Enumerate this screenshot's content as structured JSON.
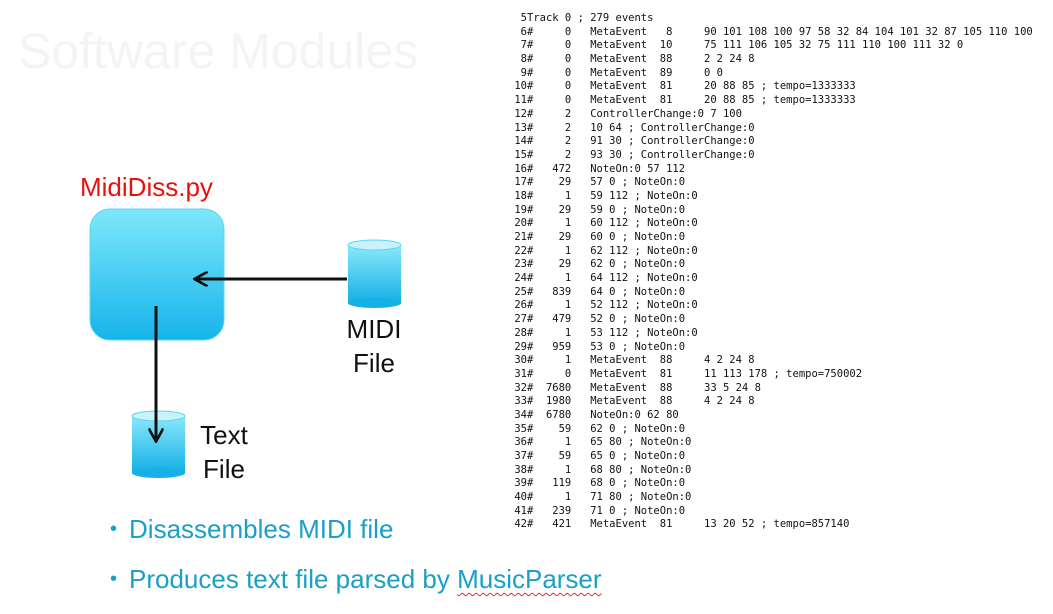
{
  "slide": {
    "faded_title": "Software Modules",
    "program_name": "MidiDiss.py",
    "midi_label_line1": "MIDI",
    "midi_label_line2": "File",
    "text_label_line1": "Text",
    "text_label_line2": "File",
    "bullets": [
      {
        "text": "Disassembles MIDI file"
      },
      {
        "prefix": "Produces text file parsed by ",
        "link": "MusicParser"
      }
    ],
    "colors": {
      "program_name": "#e8120b",
      "bullet_text": "#1aa0c8",
      "module_fill_top": "#7ee8fb",
      "module_fill_bottom": "#16b4ea"
    }
  },
  "code": {
    "lines": [
      {
        "n": "5",
        "text": "Track 0 ; 279 events"
      },
      {
        "n": "6",
        "text": "#     0   MetaEvent   8     90 101 108 100 97 58 32 84 104 101 32 87 105 110 100"
      },
      {
        "n": "7",
        "text": "#     0   MetaEvent  10     75 111 106 105 32 75 111 110 100 111 32 0"
      },
      {
        "n": "8",
        "text": "#     0   MetaEvent  88     2 2 24 8"
      },
      {
        "n": "9",
        "text": "#     0   MetaEvent  89     0 0"
      },
      {
        "n": "10",
        "text": "#     0   MetaEvent  81     20 88 85 ; tempo=1333333"
      },
      {
        "n": "11",
        "text": "#     0   MetaEvent  81     20 88 85 ; tempo=1333333"
      },
      {
        "n": "12",
        "text": "#     2   ControllerChange:0 7 100"
      },
      {
        "n": "13",
        "text": "#     2   10 64 ; ControllerChange:0"
      },
      {
        "n": "14",
        "text": "#     2   91 30 ; ControllerChange:0"
      },
      {
        "n": "15",
        "text": "#     2   93 30 ; ControllerChange:0"
      },
      {
        "n": "16",
        "text": "#   472   NoteOn:0 57 112"
      },
      {
        "n": "17",
        "text": "#    29   57 0 ; NoteOn:0"
      },
      {
        "n": "18",
        "text": "#     1   59 112 ; NoteOn:0"
      },
      {
        "n": "19",
        "text": "#    29   59 0 ; NoteOn:0"
      },
      {
        "n": "20",
        "text": "#     1   60 112 ; NoteOn:0"
      },
      {
        "n": "21",
        "text": "#    29   60 0 ; NoteOn:0"
      },
      {
        "n": "22",
        "text": "#     1   62 112 ; NoteOn:0"
      },
      {
        "n": "23",
        "text": "#    29   62 0 ; NoteOn:0"
      },
      {
        "n": "24",
        "text": "#     1   64 112 ; NoteOn:0"
      },
      {
        "n": "25",
        "text": "#   839   64 0 ; NoteOn:0"
      },
      {
        "n": "26",
        "text": "#     1   52 112 ; NoteOn:0"
      },
      {
        "n": "27",
        "text": "#   479   52 0 ; NoteOn:0"
      },
      {
        "n": "28",
        "text": "#     1   53 112 ; NoteOn:0"
      },
      {
        "n": "29",
        "text": "#   959   53 0 ; NoteOn:0"
      },
      {
        "n": "30",
        "text": "#     1   MetaEvent  88     4 2 24 8"
      },
      {
        "n": "31",
        "text": "#     0   MetaEvent  81     11 113 178 ; tempo=750002"
      },
      {
        "n": "32",
        "text": "#  7680   MetaEvent  88     33 5 24 8"
      },
      {
        "n": "33",
        "text": "#  1980   MetaEvent  88     4 2 24 8"
      },
      {
        "n": "34",
        "text": "#  6780   NoteOn:0 62 80"
      },
      {
        "n": "35",
        "text": "#    59   62 0 ; NoteOn:0"
      },
      {
        "n": "36",
        "text": "#     1   65 80 ; NoteOn:0"
      },
      {
        "n": "37",
        "text": "#    59   65 0 ; NoteOn:0"
      },
      {
        "n": "38",
        "text": "#     1   68 80 ; NoteOn:0"
      },
      {
        "n": "39",
        "text": "#   119   68 0 ; NoteOn:0"
      },
      {
        "n": "40",
        "text": "#     1   71 80 ; NoteOn:0"
      },
      {
        "n": "41",
        "text": "#   239   71 0 ; NoteOn:0"
      },
      {
        "n": "42",
        "text": "#   421   MetaEvent  81     13 20 52 ; tempo=857140"
      }
    ]
  }
}
